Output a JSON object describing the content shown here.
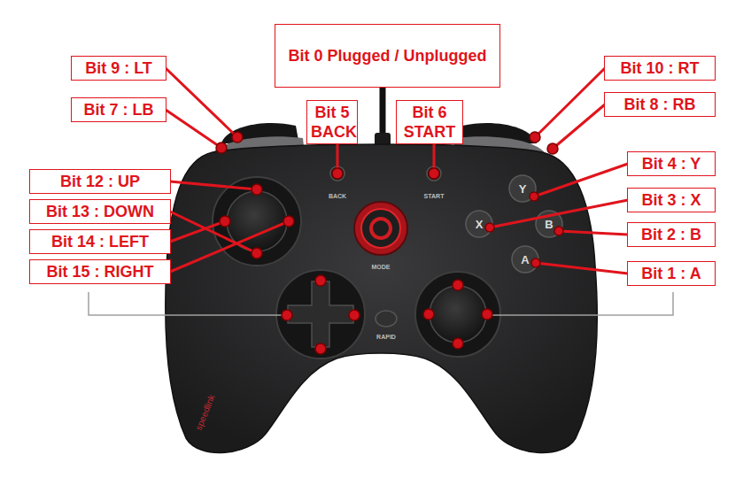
{
  "diagram": {
    "nodes": [
      {
        "text": [
          "Bit 9 : LT"
        ]
      },
      {
        "text": [
          "Bit 0 Plugged / Unplugged"
        ]
      },
      {
        "text": [
          "Bit 10 : RT"
        ]
      },
      {
        "text": [
          "Bit 7 : LB"
        ]
      },
      {
        "text": [
          "Bit 8 : RB"
        ]
      },
      {
        "text": [
          "Bit 5 BACK"
        ]
      },
      {
        "text": [
          "Bit 6 START"
        ]
      },
      {
        "text": [
          "Bit 4 : Y"
        ]
      },
      {
        "text": [
          "Bit 12 : UP"
        ]
      },
      {
        "text": [
          "Bit 3 : X"
        ]
      },
      {
        "text": [
          "Bit 13 : DOWN"
        ]
      },
      {
        "text": [
          "Bit 2 : B"
        ]
      },
      {
        "text": [
          "Bit 14 : LEFT"
        ]
      },
      {
        "text": [
          "Bit 1 : A"
        ]
      },
      {
        "text": [
          "Bit 15 : RIGHT"
        ]
      }
    ],
    "labels": [
      "BACK",
      "START",
      "Y",
      "X",
      "B",
      "MODE",
      "A",
      "RAPID",
      "speedlink"
    ]
  }
}
